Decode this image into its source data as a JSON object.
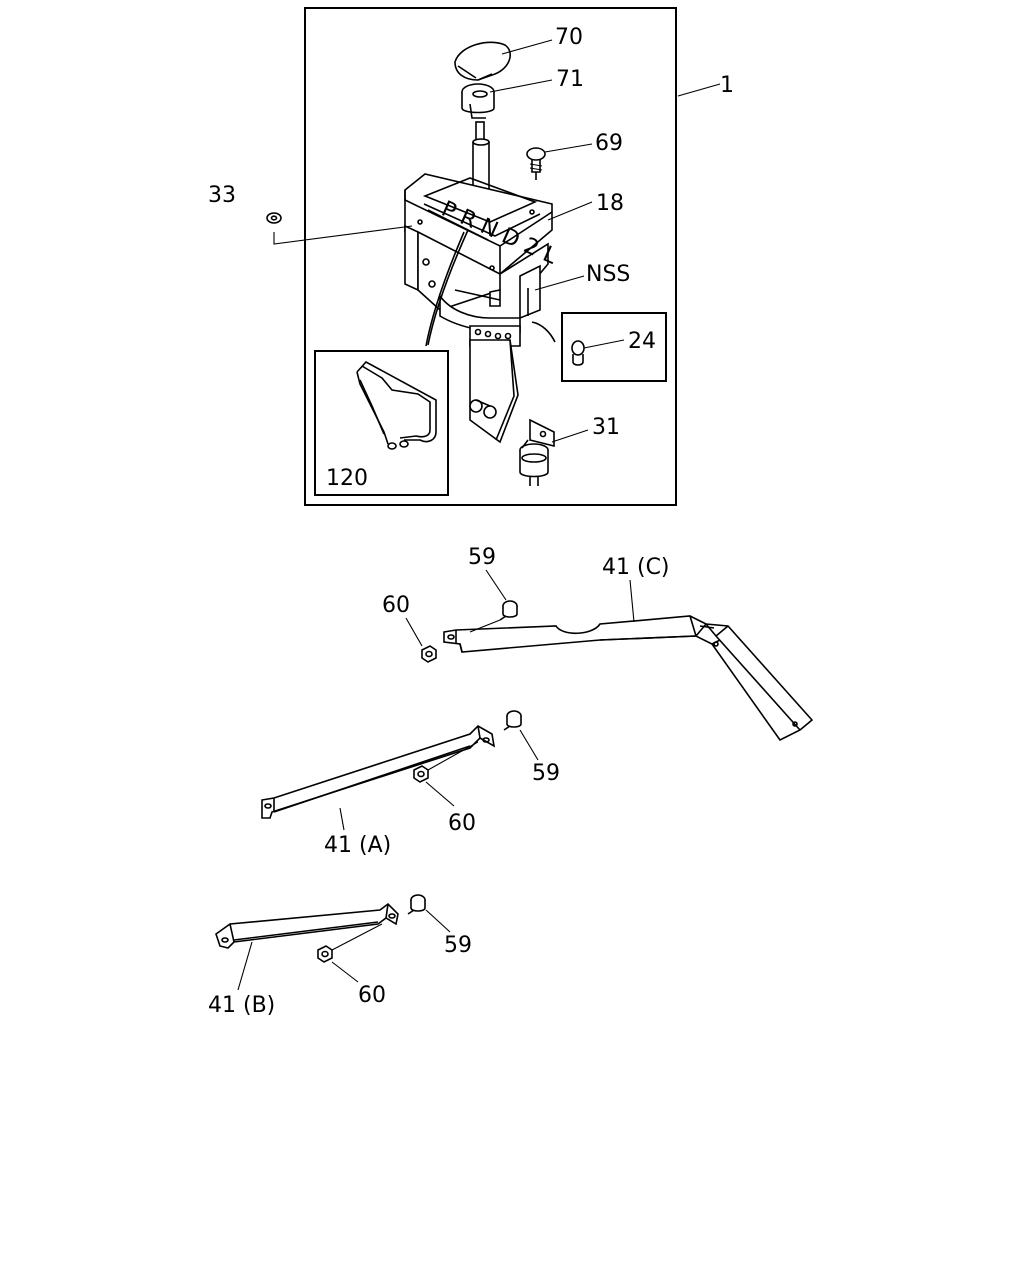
{
  "callouts": {
    "c70": "70",
    "c71": "71",
    "c1": "1",
    "c69": "69",
    "c33": "33",
    "c18": "18",
    "cNSS": "NSS",
    "c24": "24",
    "c31": "31",
    "c120": "120",
    "c59_top": "59",
    "c41C": "41 (C)",
    "c60_top": "60",
    "c59_mid": "59",
    "c60_mid": "60",
    "c41A": "41 (A)",
    "c59_bot": "59",
    "c60_bot": "60",
    "c41B": "41 (B)"
  },
  "shift_indicator_letters": "P R N D 2 L"
}
